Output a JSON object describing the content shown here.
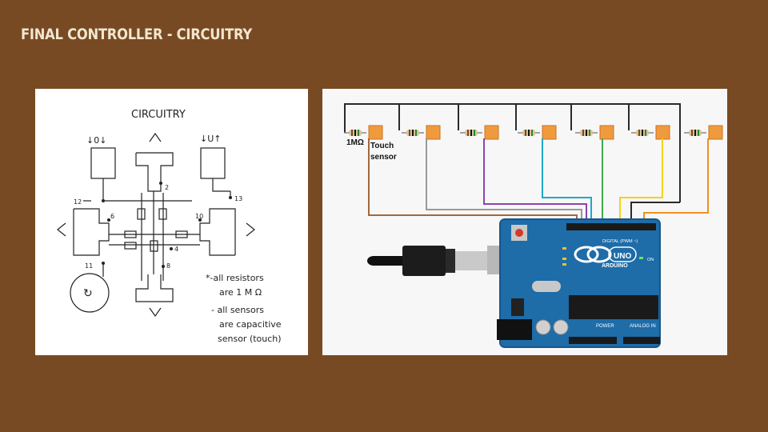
{
  "slide": {
    "title": "FINAL CONTROLLER - CIRCUITRY"
  },
  "sketch": {
    "heading": "CIRCUITRY",
    "top_left_label": "↓0↓",
    "top_right_label": "↓U↑",
    "up_arrow": "^",
    "down_arrow": "v",
    "left_arrow": "<",
    "right_arrow": ">",
    "pin_labels": [
      "2",
      "12",
      "13",
      "6",
      "10",
      "4",
      "8",
      "11"
    ],
    "note_line1": "*-all resistors",
    "note_line2": "are 1 M Ω",
    "note_line3": "- all sensors",
    "note_line4": "are capacitive",
    "note_line5": "sensor (touch)",
    "knob_symbol": "↻"
  },
  "board": {
    "resistor_label": "1MΩ",
    "sensor_label_line1": "Touch",
    "sensor_label_line2": "sensor",
    "arduino_brand": "ARDUINO",
    "arduino_model": "UNO",
    "digital_header": "DIGITAL (PWM ~)",
    "power_header": "POWER",
    "analog_header": "ANALOG IN",
    "on_label": "ON",
    "wire_colors": [
      "#A0693E",
      "#9A9A9A",
      "#8E44AD",
      "#1FA8C9",
      "#3DAA4B",
      "#F2D21B",
      "#2A2A2A",
      "#F0901E"
    ]
  }
}
